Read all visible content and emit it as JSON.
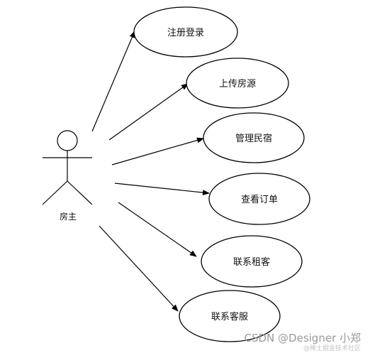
{
  "actor": {
    "name": "房主"
  },
  "use_cases": [
    {
      "label": "注册登录"
    },
    {
      "label": "上传房源"
    },
    {
      "label": "管理民宿"
    },
    {
      "label": "查看订单"
    },
    {
      "label": "联系租客"
    },
    {
      "label": "联系客服"
    }
  ],
  "watermark": {
    "main": "CSDN @Designer 小郑",
    "sub": "@稀土掘金技术社区"
  }
}
